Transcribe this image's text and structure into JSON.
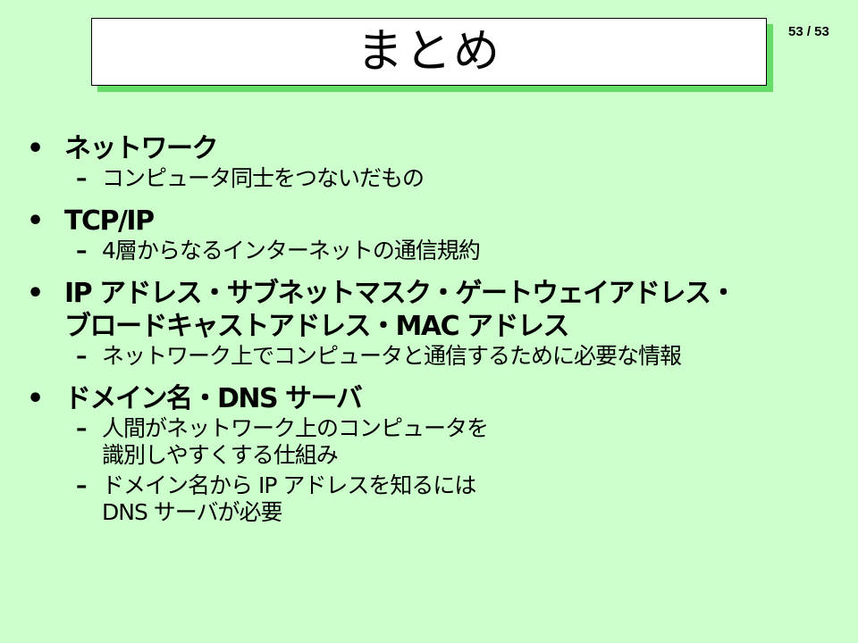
{
  "slide": {
    "title": "まとめ",
    "page_number": "53 / 53"
  },
  "bullets": [
    {
      "marker": "•",
      "lines": [
        "ネットワーク"
      ],
      "subs": [
        {
          "marker": "–",
          "lines": [
            "コンピュータ同士をつないだもの"
          ]
        }
      ]
    },
    {
      "marker": "•",
      "lines": [
        "TCP/IP"
      ],
      "subs": [
        {
          "marker": "–",
          "lines": [
            "4層からなるインターネットの通信規約"
          ]
        }
      ]
    },
    {
      "marker": "•",
      "lines": [
        "IP アドレス・サブネットマスク・ゲートウェイアドレス・",
        "ブロードキャストアドレス・MAC アドレス"
      ],
      "subs": [
        {
          "marker": "–",
          "lines": [
            "ネットワーク上でコンピュータと通信するために必要な情報"
          ]
        }
      ]
    },
    {
      "marker": "•",
      "lines": [
        "ドメイン名・DNS サーバ"
      ],
      "subs": [
        {
          "marker": "–",
          "lines": [
            "人間がネットワーク上のコンピュータを",
            "識別しやすくする仕組み"
          ]
        },
        {
          "marker": "–",
          "lines": [
            "ドメイン名から IP アドレスを知るには",
            "DNS サーバが必要"
          ]
        }
      ]
    }
  ]
}
